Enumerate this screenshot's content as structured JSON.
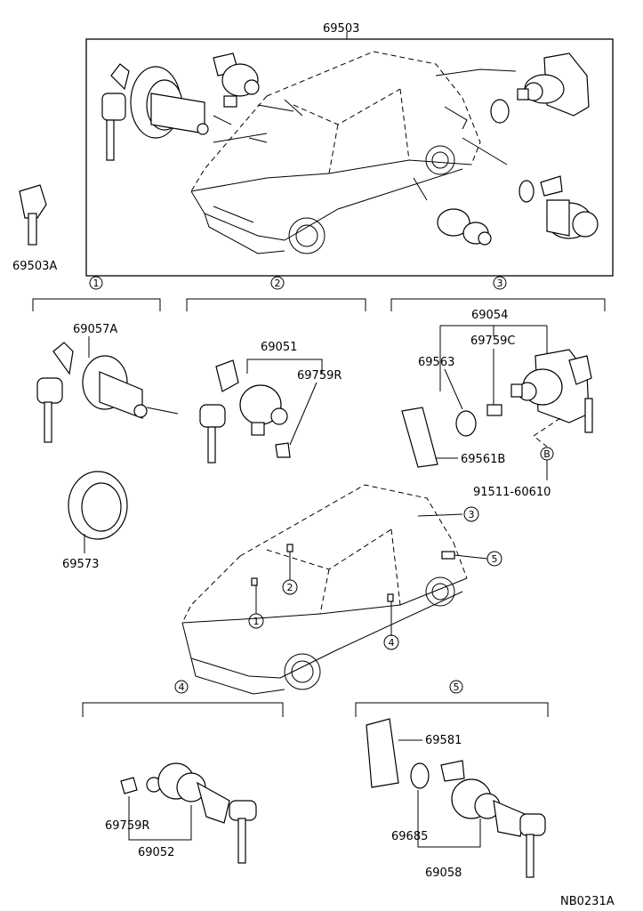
{
  "labels": {
    "main_assembly": "69503",
    "spare_key": "69503A",
    "ignition_cyl": "69057A",
    "door_cyl_set": "69051",
    "retainer_2": "69759R",
    "hatch_set": "69054",
    "hatch_retainer": "69759C",
    "hatch_gasket": "69563",
    "hatch_clip": "69561B",
    "bolt": "91511-60610",
    "ring": "69573",
    "door_cyl_4": "69052",
    "retainer_4": "69759R",
    "clip_5": "69581",
    "gasket_5": "69685",
    "cyl_5": "69058",
    "diagram_code": "NB0231A"
  },
  "callouts": {
    "c1": "1",
    "c2": "2",
    "c3": "3",
    "c4": "4",
    "c5": "5",
    "bolt_ref": "B"
  }
}
